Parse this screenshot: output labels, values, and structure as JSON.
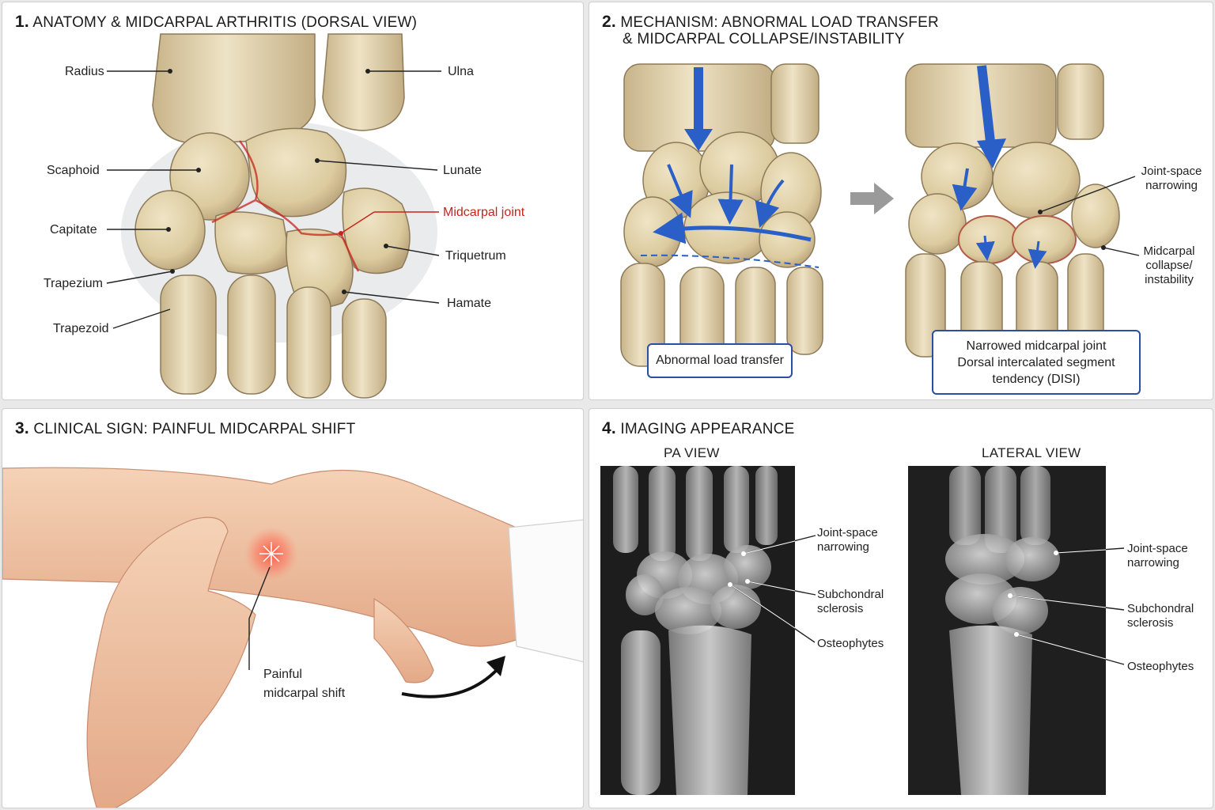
{
  "panels": {
    "p1": {
      "number": "1.",
      "title": "ANATOMY & MIDCARPAL ARTHRITIS (DORSAL VIEW)",
      "labels": {
        "radius": "Radius",
        "ulna": "Ulna",
        "scaphoid": "Scaphoid",
        "lunate": "Lunate",
        "midcarpal": "Midcarpal joint",
        "capitate": "Capitate",
        "triquetrum": "Triquetrum",
        "trapezium": "Trapezium",
        "hamate": "Hamate",
        "trapezoid": "Trapezoid"
      }
    },
    "p2": {
      "number": "2.",
      "title_line1": "MECHANISM: ABNORMAL LOAD TRANSFER",
      "title_line2": "& MIDCARPAL COLLAPSE/INSTABILITY",
      "labels": {
        "jsn_1": "Joint-space",
        "jsn_2": "narrowing",
        "collapse_1": "Midcarpal",
        "collapse_2": "collapse/",
        "collapse_3": "instability"
      },
      "box_left": "Abnormal load transfer",
      "box_right_1": "Narrowed midcarpal joint",
      "box_right_2": "Dorsal intercalated segment",
      "box_right_3": "tendency (DISI)"
    },
    "p3": {
      "number": "3.",
      "title": "CLINICAL SIGN: PAINFUL MIDCARPAL SHIFT",
      "label_1": "Painful",
      "label_2": "midcarpal shift"
    },
    "p4": {
      "number": "4.",
      "title": "IMAGING APPEARANCE",
      "pa_title": "PA VIEW",
      "lat_title": "LATERAL VIEW",
      "pa": {
        "jsn_1": "Joint-space",
        "jsn_2": "narrowing",
        "scl_1": "Subchondral",
        "scl_2": "sclerosis",
        "ost": "Osteophytes"
      },
      "lat": {
        "jsn_1": "Joint-space",
        "jsn_2": "narrowing",
        "scl_1": "Subchondral",
        "scl_2": "sclerosis",
        "ost": "Osteophytes"
      }
    }
  },
  "colors": {
    "bone": "#e4d6b2",
    "bone_shade": "#c9b488",
    "arrow_blue": "#2b5fc8",
    "accent_red": "#c8231b",
    "box_border": "#2a4ea0",
    "skin": "#f0c5a4"
  }
}
